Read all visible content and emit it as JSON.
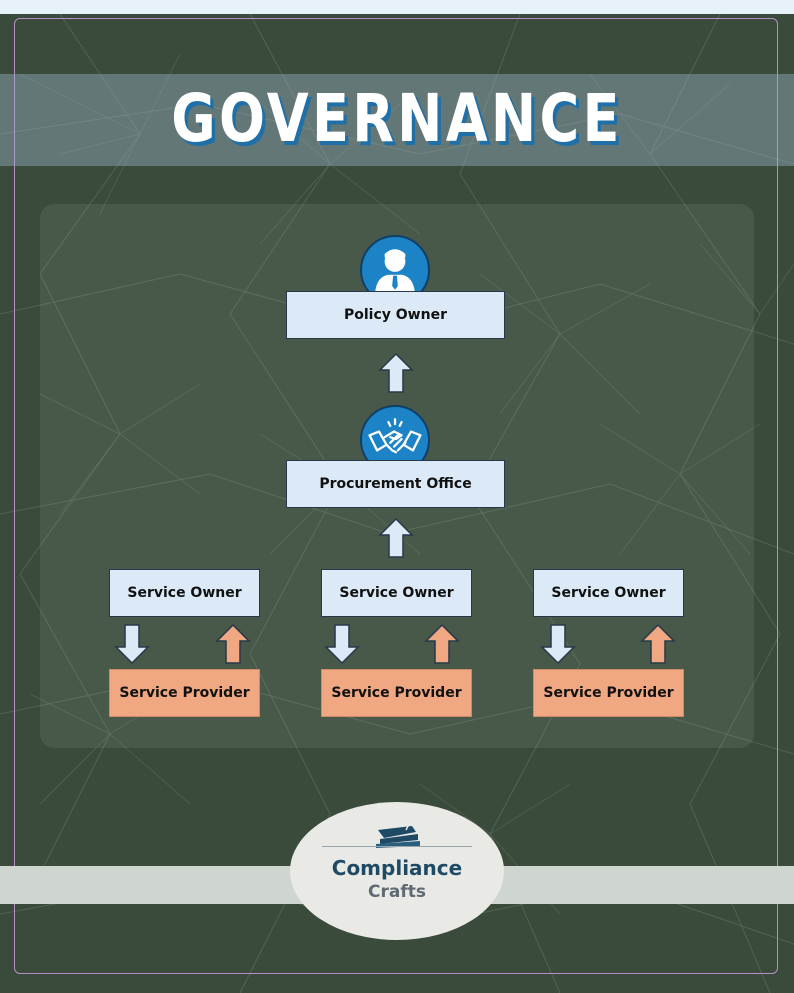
{
  "title": "GOVERNANCE",
  "nodes": {
    "policy_owner": "Policy Owner",
    "procurement_office": "Procurement Office",
    "service_owner_1": "Service Owner",
    "service_owner_2": "Service Owner",
    "service_owner_3": "Service Owner",
    "service_provider_1": "Service Provider",
    "service_provider_2": "Service Provider",
    "service_provider_3": "Service Provider"
  },
  "icons": {
    "policy_owner": "person-icon",
    "procurement_office": "handshake-icon",
    "logo": "stapler-icon"
  },
  "logo": {
    "name": "Compliance",
    "sub": "Crafts"
  },
  "colors": {
    "background": "#3a4a3b",
    "node_blue": "#dce9f6",
    "node_orange": "#f0a882",
    "icon_circle": "#1c84c6",
    "title_shadow": "#1f6fa8",
    "frame": "#b48fc8"
  }
}
